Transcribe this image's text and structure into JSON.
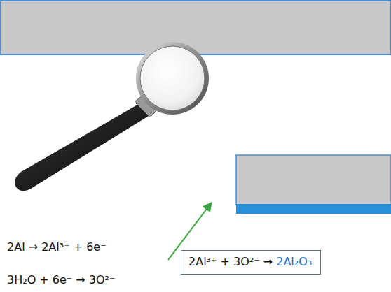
{
  "diagram": {
    "nodes": [
      {
        "text": [
          "2Al³⁺ + 3O²⁻ → 2Al₂O₃"
        ]
      }
    ],
    "labels": [
      "2Al → 2Al³⁺ + 6e⁻",
      "3H₂O + 6e⁻ → 3O²⁻"
    ]
  }
}
